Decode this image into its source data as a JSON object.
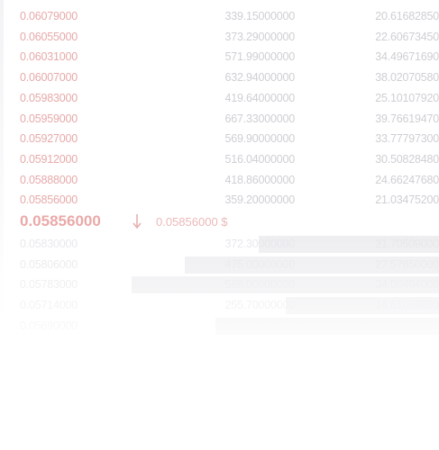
{
  "order_book": {
    "asks": [
      {
        "price": "0.06079000",
        "amount": "339.15000000",
        "total": "20.61682850",
        "depth": 0.0
      },
      {
        "price": "0.06055000",
        "amount": "373.29000000",
        "total": "22.60673450",
        "depth": 0.0
      },
      {
        "price": "0.06031000",
        "amount": "571.99000000",
        "total": "34.49671690",
        "depth": 0.0
      },
      {
        "price": "0.06007000",
        "amount": "632.94000000",
        "total": "38.02070580",
        "depth": 0.0
      },
      {
        "price": "0.05983000",
        "amount": "419.64000000",
        "total": "25.10107920",
        "depth": 0.0
      },
      {
        "price": "0.05959000",
        "amount": "667.33000000",
        "total": "39.76619470",
        "depth": 0.0
      },
      {
        "price": "0.05927000",
        "amount": "569.90000000",
        "total": "33.77797300",
        "depth": 0.0
      },
      {
        "price": "0.05912000",
        "amount": "516.04000000",
        "total": "30.50828480",
        "depth": 0.0
      },
      {
        "price": "0.05888000",
        "amount": "418.86000000",
        "total": "24.66247680",
        "depth": 0.0
      },
      {
        "price": "0.05856000",
        "amount": "359.20000000",
        "total": "21.03475200",
        "depth": 0.0
      }
    ],
    "mid": {
      "price": "0.05856000",
      "usd": "0.05856000 $"
    },
    "bids": [
      {
        "price": "0.05830000",
        "amount": "372.30000000",
        "total": "21.70509000",
        "depth": 0.41
      },
      {
        "price": "0.05806000",
        "amount": "475.00000000",
        "total": "27.57850000",
        "depth": 0.58
      },
      {
        "price": "0.05783000",
        "amount": "588.00000000",
        "total": "34.00404000",
        "depth": 0.7
      },
      {
        "price": "0.05714000",
        "amount": "255.70000000",
        "total": "14.61069800",
        "depth": 0.35
      },
      {
        "price": "0.05690000",
        "amount": "",
        "total": "",
        "depth": 0.51
      },
      {
        "price": "",
        "amount": "",
        "total": "",
        "depth": 0.0
      }
    ]
  },
  "colors": {
    "ask": "#e7a9a9",
    "bid": "#e6e6ea",
    "mid": "#eaa9a9"
  },
  "icons": {
    "mid_arrow": "arrow-down-icon"
  }
}
